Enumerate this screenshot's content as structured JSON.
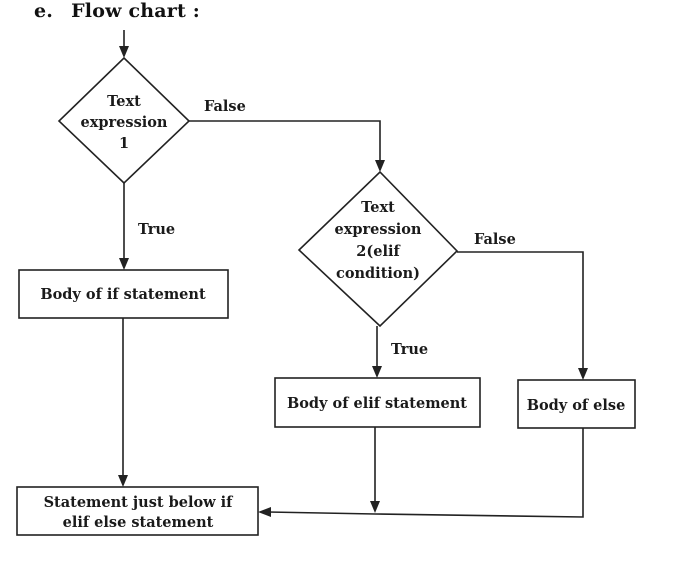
{
  "heading": {
    "number": "e.",
    "title": "Flow chart :"
  },
  "nodes": {
    "decision1": {
      "lines": [
        "Text",
        "expression",
        "1"
      ]
    },
    "decision2": {
      "lines": [
        "Text",
        "expression",
        "2(elif",
        "condition)"
      ]
    },
    "if_body": {
      "lines": [
        "Body of if statement"
      ]
    },
    "elif_body": {
      "lines": [
        "Body of elif statement"
      ]
    },
    "else_body": {
      "lines": [
        "Body of else"
      ]
    },
    "after": {
      "lines": [
        "Statement just below if",
        "elif else statement"
      ]
    }
  },
  "edges": {
    "d1_false": "False",
    "d1_true": "True",
    "d2_false": "False",
    "d2_true": "True"
  }
}
